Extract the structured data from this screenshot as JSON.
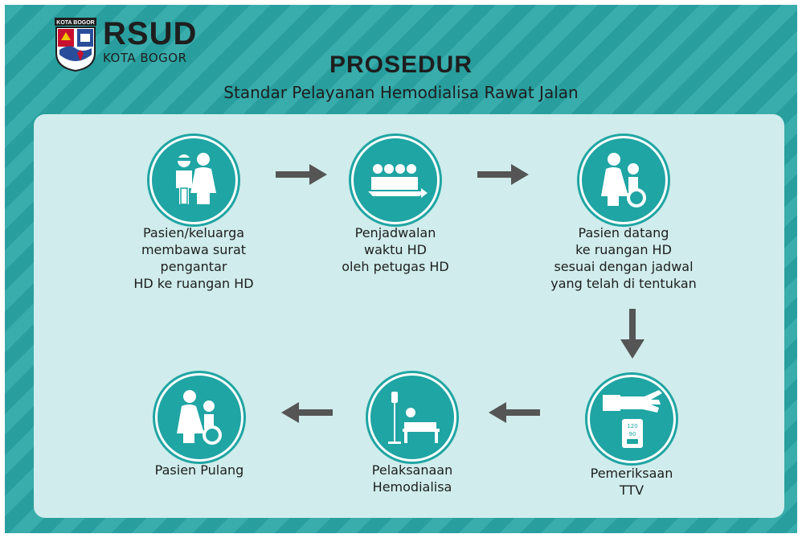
{
  "header": {
    "logo_badge_text": "KOTA BOGOR",
    "logo_title": "RSUD",
    "logo_subtitle": "KOTA BOGOR",
    "title": "PROSEDUR",
    "subtitle": "Standar Pelayanan Hemodialisa Rawat Jalan"
  },
  "steps": [
    {
      "label": "Pasien/keluarga\nmembawa surat\npengantar\nHD ke ruangan HD",
      "icon": "patient-family-icon"
    },
    {
      "label": "Penjadwalan\nwaktu HD\noleh petugas HD",
      "icon": "scheduling-staff-icon"
    },
    {
      "label": "Pasien datang\nke ruangan HD\nsesuai dengan jadwal\nyang telah di tentukan",
      "icon": "wheelchair-patient-icon"
    },
    {
      "label": "Pemeriksaan\nTTV",
      "icon": "blood-pressure-icon"
    },
    {
      "label": "Pelaksanaan\nHemodialisa",
      "icon": "hospital-bed-iv-icon"
    },
    {
      "label": "Pasien Pulang",
      "icon": "wheelchair-patient-icon"
    }
  ],
  "bp_monitor": {
    "top": "120",
    "bottom": "90"
  },
  "colors": {
    "teal": "#1fa5a3",
    "background": "#2aa6a6",
    "panel": "#d0ecec",
    "arrow": "#555555",
    "text": "#1e1e1e"
  }
}
